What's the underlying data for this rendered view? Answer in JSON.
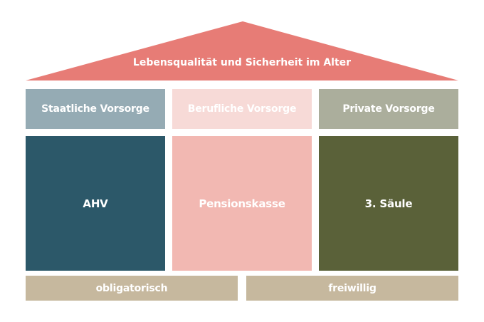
{
  "roof": {
    "label": "Lebensqualität und Sicherheit im Alter",
    "color": "#e77c76"
  },
  "pillars": [
    {
      "header": "Staatliche Vorsorge",
      "header_color": "#95abb4",
      "body": "AHV",
      "body_color": "#2c5869"
    },
    {
      "header": "Berufliche Vorsorge",
      "header_color": "#f7dad7",
      "body": "Pensionskasse",
      "body_color": "#f2b8b2"
    },
    {
      "header": "Private Vorsorge",
      "header_color": "#abae9c",
      "body": "3. Säule",
      "body_color": "#5a6139"
    }
  ],
  "foundation": [
    {
      "label": "obligatorisch",
      "color": "#c6b89e"
    },
    {
      "label": "freiwillig",
      "color": "#c6b89e"
    }
  ]
}
